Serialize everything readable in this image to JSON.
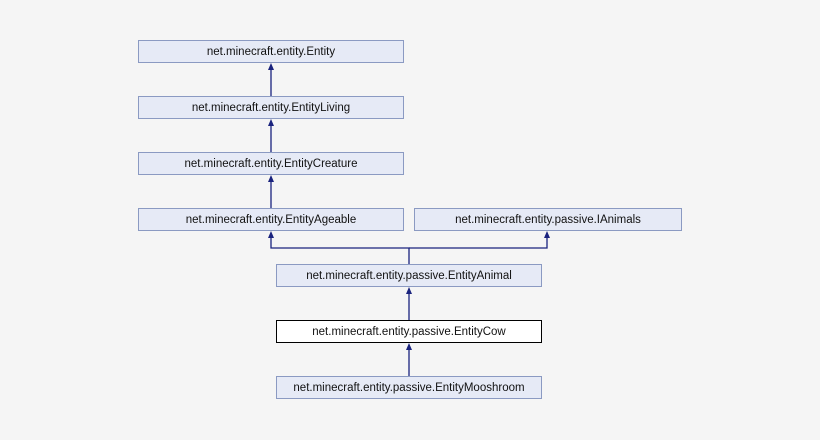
{
  "diagram": {
    "type": "class-inheritance-graph",
    "colors": {
      "background": "#f5f5f5",
      "node_fill": "#e6eaf6",
      "node_border": "#8b9ac2",
      "current_node_fill": "#ffffff",
      "current_node_border": "#000000",
      "edge": "#1a237e"
    },
    "nodes": [
      {
        "id": "entity",
        "label": "net.minecraft.entity.Entity"
      },
      {
        "id": "entity_living",
        "label": "net.minecraft.entity.EntityLiving"
      },
      {
        "id": "entity_creature",
        "label": "net.minecraft.entity.EntityCreature"
      },
      {
        "id": "entity_ageable",
        "label": "net.minecraft.entity.EntityAgeable"
      },
      {
        "id": "ianimals",
        "label": "net.minecraft.entity.passive.IAnimals"
      },
      {
        "id": "entity_animal",
        "label": "net.minecraft.entity.passive.EntityAnimal"
      },
      {
        "id": "entity_cow",
        "label": "net.minecraft.entity.passive.EntityCow",
        "current": true
      },
      {
        "id": "entity_mooshroom",
        "label": "net.minecraft.entity.passive.EntityMooshroom"
      }
    ],
    "edges": [
      {
        "from": "entity_living",
        "to": "entity"
      },
      {
        "from": "entity_creature",
        "to": "entity_living"
      },
      {
        "from": "entity_ageable",
        "to": "entity_creature"
      },
      {
        "from": "entity_animal",
        "to": "entity_ageable"
      },
      {
        "from": "entity_animal",
        "to": "ianimals"
      },
      {
        "from": "entity_cow",
        "to": "entity_animal"
      },
      {
        "from": "entity_mooshroom",
        "to": "entity_cow"
      }
    ]
  }
}
